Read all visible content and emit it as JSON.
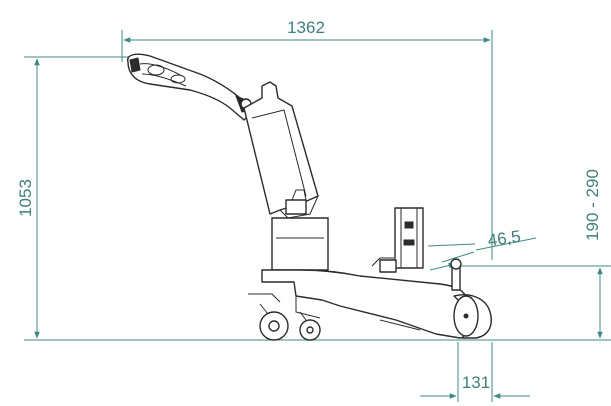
{
  "drawing": {
    "dimensions": {
      "overall_length": "1362",
      "overall_height": "1053",
      "handle_height_range": "190 - 290",
      "hitch_offset": "46,5",
      "wheel_offset": "131"
    }
  },
  "colors": {
    "dimension_lines": "#3f8a86",
    "outline": "#2b2b2b",
    "background": "#ffffff"
  }
}
